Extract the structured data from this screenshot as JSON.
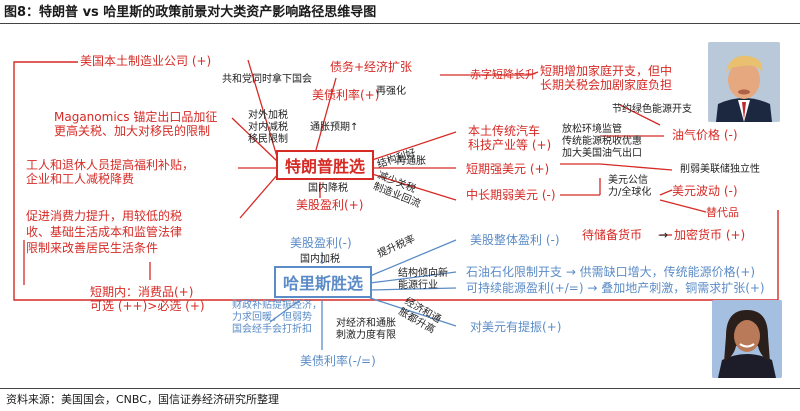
{
  "figure_title": "图8：特朗普 vs 哈里斯的政策前景对大类资产影响路径思维导图",
  "source_note": "资料来源：美国国会，CNBC，国信证券经济研究所整理",
  "colors": {
    "trump": "#d62a25",
    "harris": "#5b8cc7",
    "text": "#222222"
  },
  "trump": {
    "center": "特朗普胜选",
    "left": {
      "manufacturing": "美国本土制造业公司 (+)",
      "maganomics": "Maganomics 锚定出口品加征\n更高关税、加大对移民的限制",
      "workers": "工人和退休人员提高福利补贴，\n企业和工人减税降费",
      "consumption": "促进消费力提升，用较低的税\n收、基础生活成本和监管法律\n限制来改善居民生活条件",
      "short_term": "短期内：消费品(+)\n可选 (++)>必选 (+)"
    },
    "links": {
      "congress": "共和党同时拿下国会",
      "deficit": "债务+经济扩张",
      "treasury": "美债利率(+)",
      "reinforce": "再强化",
      "tariff_path": "对外加税\n对内减税\n移民限制",
      "inflation_exp": "通胀预期↑",
      "structure": "结构利好",
      "reflation": "再通胀",
      "energy": "减少关税\n制造业回流",
      "domestic": "国内降税",
      "stocks": "美股盈利(+)"
    },
    "right": {
      "short_rate_cut": "赤字短降长升",
      "fiscal": "短期增加家庭开支，但中\n长期关税会加剧家庭负担",
      "green_energy": "节约绿色能源开支",
      "oil_price": "油气价格 (-)",
      "auto_tech": "本土传统汽车\n科技产业等 (+)",
      "deregulation": "放松环境监管\n传统能源税收优惠\n加大美国油气出口",
      "strong_usd": "短期强美元 (+)",
      "weaken_fed": "削弱美联储独立性",
      "weak_usd": "中长期弱美元 (-)",
      "usd_trust": "美元公信\n力/全球化",
      "usd_vol": "美元波动 (-)",
      "substitute": "替代品",
      "reserve": "待储备货币",
      "crypto": "加密货币 (+)"
    }
  },
  "harris": {
    "center": "哈里斯胜选",
    "stocks_top": "美股盈利(-)",
    "domestic_tax": "国内加税",
    "fiscal_note": "财政补贴提振经济，\n力求回暖，但弱势\n国会经手会打折扣",
    "counter": "对经济和通胀\n刺激力度有限",
    "treasury": "美债利率(-/=)",
    "links": {
      "tax_up": "提升税率",
      "structure": "结构倾向新\n能源行业",
      "inflation": "经济和通\n胀都升高"
    },
    "right": {
      "stocks_overall": "美股整体盈利 (-)",
      "oil_limit": "石油石化限制开支 → 供需缺口增大，传统能源价格(+)",
      "renewable": "可持续能源盈利(+/=) → 叠加地产刺激，铜需求扩张(+)",
      "usd_support": "对美元有提振(+)"
    }
  }
}
